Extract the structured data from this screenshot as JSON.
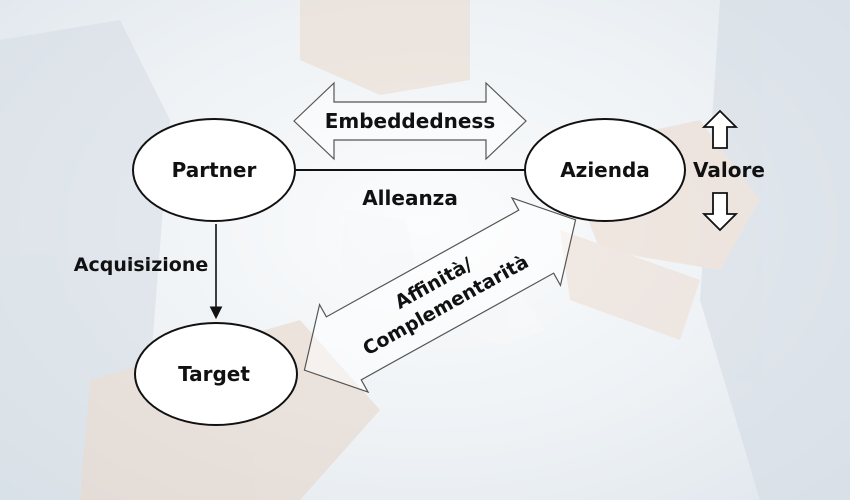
{
  "nodes": {
    "partner": "Partner",
    "azienda": "Azienda",
    "target": "Target"
  },
  "edges": {
    "embeddedness": "Embeddedness",
    "alleanza": "Alleanza",
    "acquisizione": "Acquisizione",
    "affinita_line1": "Affinità/",
    "affinita_line2": "Complementarità"
  },
  "side": {
    "valore": "Valore"
  },
  "colors": {
    "node_fill": "#ffffff",
    "stroke": "#111111",
    "text": "#111111",
    "background": "#eef2f5"
  },
  "icons": {
    "valore_up": "arrow-up-outline-icon",
    "valore_down": "arrow-down-outline-icon"
  }
}
